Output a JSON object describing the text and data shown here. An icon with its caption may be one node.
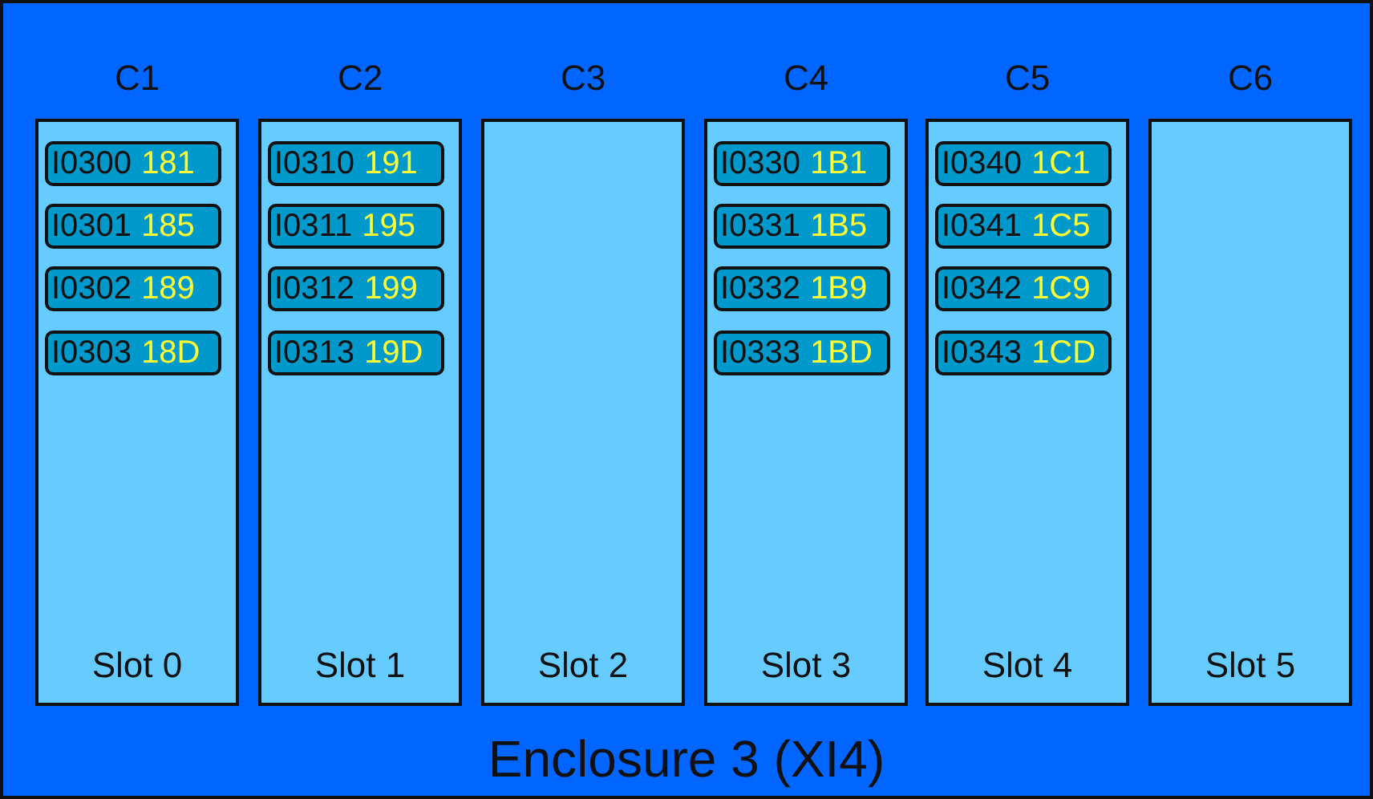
{
  "diagram": {
    "nodes": [
      {
        "text": [
          "Enclosure 3 (XI4)"
        ]
      },
      {
        "text": [
          "C1",
          "Slot 0"
        ],
        "in": 0
      },
      {
        "text": [
          "I0300",
          "181"
        ],
        "in": 1
      },
      {
        "text": [
          "I0301",
          "185"
        ],
        "in": 1
      },
      {
        "text": [
          "I0302",
          "189"
        ],
        "in": 1
      },
      {
        "text": [
          "I0303",
          "18D"
        ],
        "in": 1
      },
      {
        "text": [
          "C2",
          "Slot 1"
        ],
        "in": 0
      },
      {
        "text": [
          "I0310",
          "191"
        ],
        "in": 6
      },
      {
        "text": [
          "I0311",
          "195"
        ],
        "in": 6
      },
      {
        "text": [
          "I0312",
          "199"
        ],
        "in": 6
      },
      {
        "text": [
          "I0313",
          "19D"
        ],
        "in": 6
      },
      {
        "text": [
          "C3",
          "Slot 2"
        ],
        "in": 0
      },
      {
        "text": [
          "C4",
          "Slot 3"
        ],
        "in": 0
      },
      {
        "text": [
          "I0330",
          "1B1"
        ],
        "in": 12
      },
      {
        "text": [
          "I0331",
          "1B5"
        ],
        "in": 12
      },
      {
        "text": [
          "I0332",
          "1B9"
        ],
        "in": 12
      },
      {
        "text": [
          "I0333",
          "1BD"
        ],
        "in": 12
      },
      {
        "text": [
          "C5",
          "Slot 4"
        ],
        "in": 0
      },
      {
        "text": [
          "I0340",
          "1C1"
        ],
        "in": 17
      },
      {
        "text": [
          "I0341",
          "1C5"
        ],
        "in": 17
      },
      {
        "text": [
          "I0342",
          "1C9"
        ],
        "in": 17
      },
      {
        "text": [
          "I0343",
          "1CD"
        ],
        "in": 17
      },
      {
        "text": [
          "C6",
          "Slot 5"
        ],
        "in": 0
      }
    ]
  }
}
